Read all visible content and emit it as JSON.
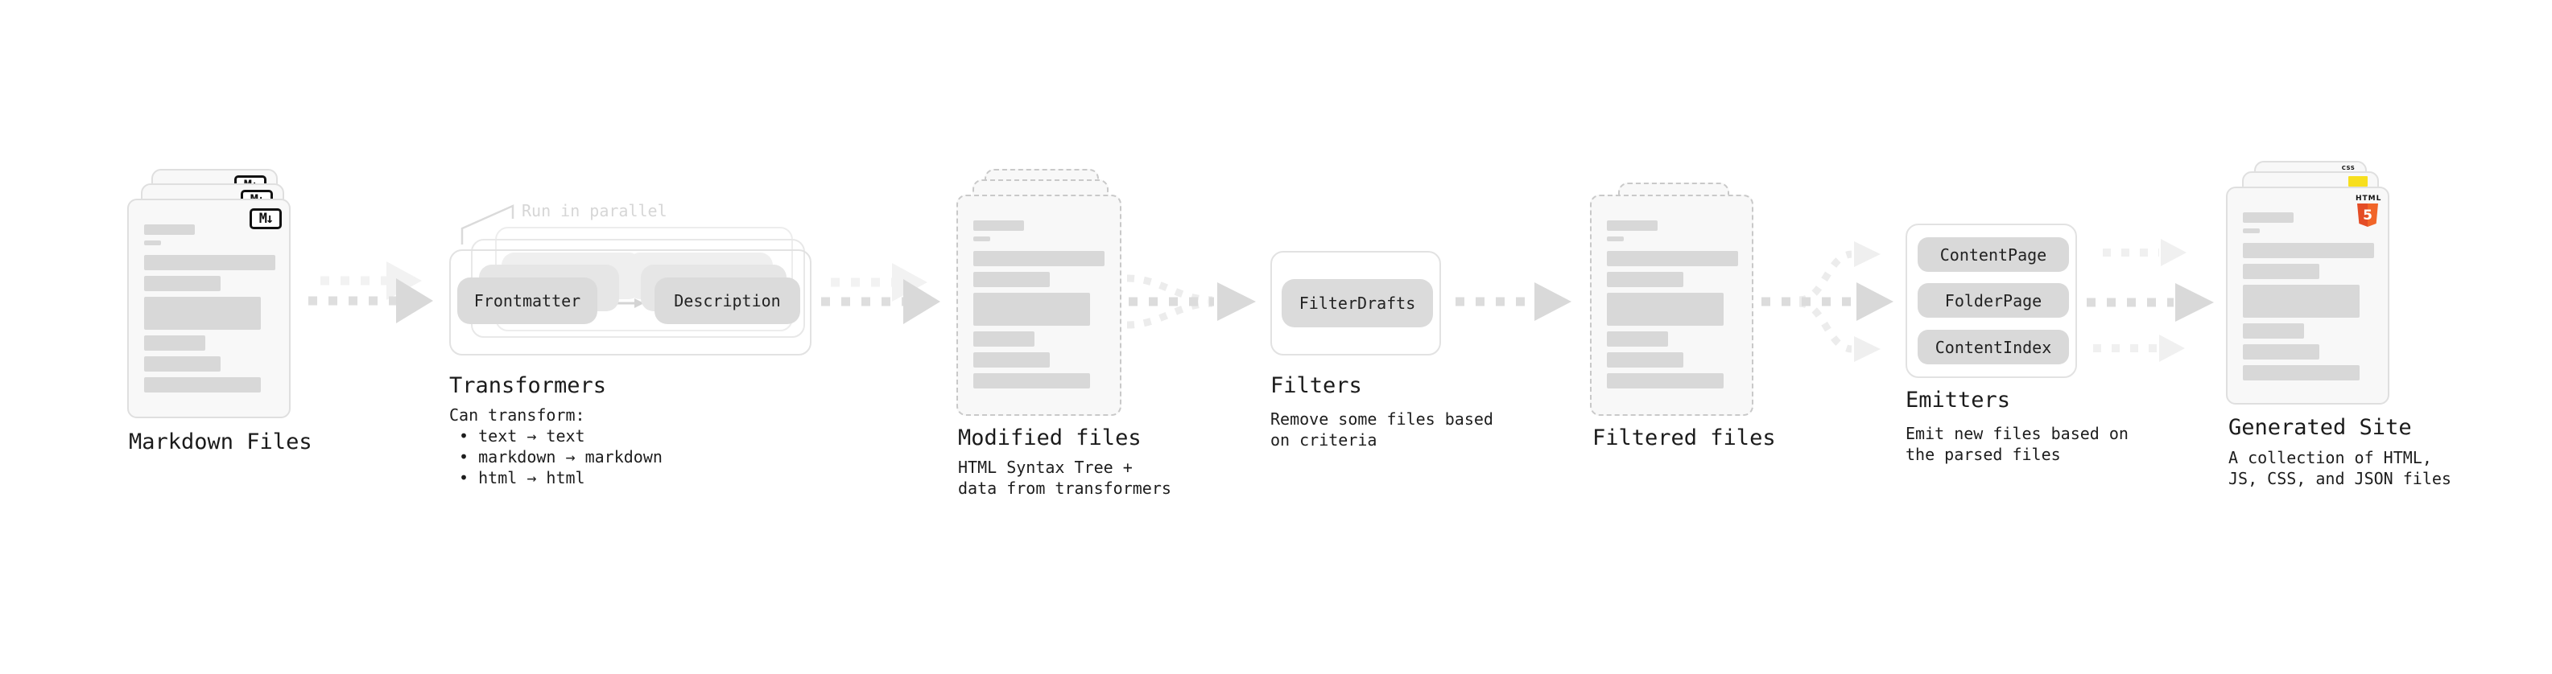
{
  "markdown_files": {
    "title": "Markdown Files",
    "badge": "M↓"
  },
  "transformers": {
    "title": "Transformers",
    "note": "Run in parallel",
    "pill_a": "Frontmatter",
    "pill_b": "Description",
    "desc": [
      "Can transform:",
      " • text → text",
      " • markdown → markdown",
      " • html → html"
    ]
  },
  "modified_files": {
    "title": "Modified files",
    "desc": [
      "HTML Syntax Tree +",
      "data from transformers"
    ]
  },
  "filters": {
    "title": "Filters",
    "pill": "FilterDrafts",
    "desc": [
      "Remove some files based",
      "on criteria"
    ]
  },
  "filtered_files": {
    "title": "Filtered files"
  },
  "emitters": {
    "title": "Emitters",
    "pills": [
      "ContentPage",
      "FolderPage",
      "ContentIndex"
    ],
    "desc": [
      "Emit new files based on",
      "the parsed files"
    ]
  },
  "generated_site": {
    "title": "Generated Site",
    "desc": [
      "A collection of HTML,",
      "JS, CSS, and JSON files"
    ],
    "badge_html_word": "HTML",
    "badge_html_num": "5",
    "badge_css": "CSS"
  },
  "colors": {
    "html_orange": "#e44d26",
    "js_yellow": "#f7df1e",
    "css_blue": "#2965f1",
    "arrow_gray": "#d9d9d9",
    "arrow_ghost": "#f1f1f1"
  }
}
